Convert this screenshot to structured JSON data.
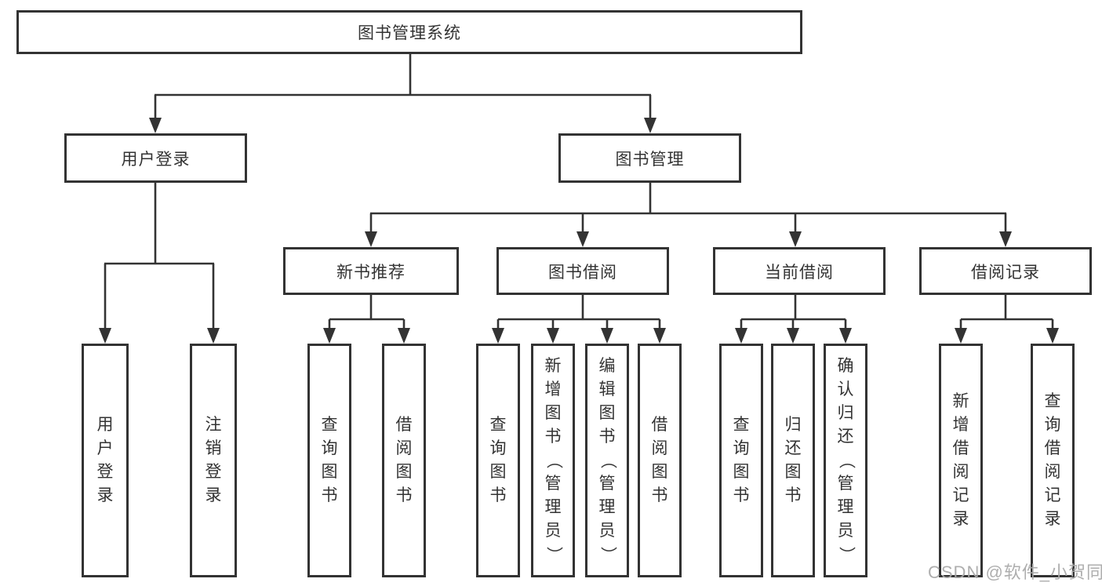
{
  "diagram": {
    "title": "图书管理系统",
    "type": "hierarchy-tree",
    "colors": {
      "line": "#333333",
      "box_border": "#333333",
      "text": "#333333",
      "watermark": "#aaaaaa",
      "background": "#ffffff"
    },
    "watermark": "CSDN @软件_小贺同学"
  },
  "tree": {
    "label": "图书管理系统",
    "children": [
      {
        "label": "用户登录",
        "children": [
          {
            "label": "用户登录"
          },
          {
            "label": "注销登录"
          }
        ]
      },
      {
        "label": "图书管理",
        "children": [
          {
            "label": "新书推荐",
            "children": [
              {
                "label": "查询图书"
              },
              {
                "label": "借阅图书"
              }
            ]
          },
          {
            "label": "图书借阅",
            "children": [
              {
                "label": "查询图书"
              },
              {
                "label": "新增图书（管理员）"
              },
              {
                "label": "编辑图书（管理员）"
              },
              {
                "label": "借阅图书"
              }
            ]
          },
          {
            "label": "当前借阅",
            "children": [
              {
                "label": "查询图书"
              },
              {
                "label": "归还图书"
              },
              {
                "label": "确认归还（管理员）"
              }
            ]
          },
          {
            "label": "借阅记录",
            "children": [
              {
                "label": "新增借阅记录"
              },
              {
                "label": "查询借阅记录"
              }
            ]
          }
        ]
      }
    ]
  }
}
